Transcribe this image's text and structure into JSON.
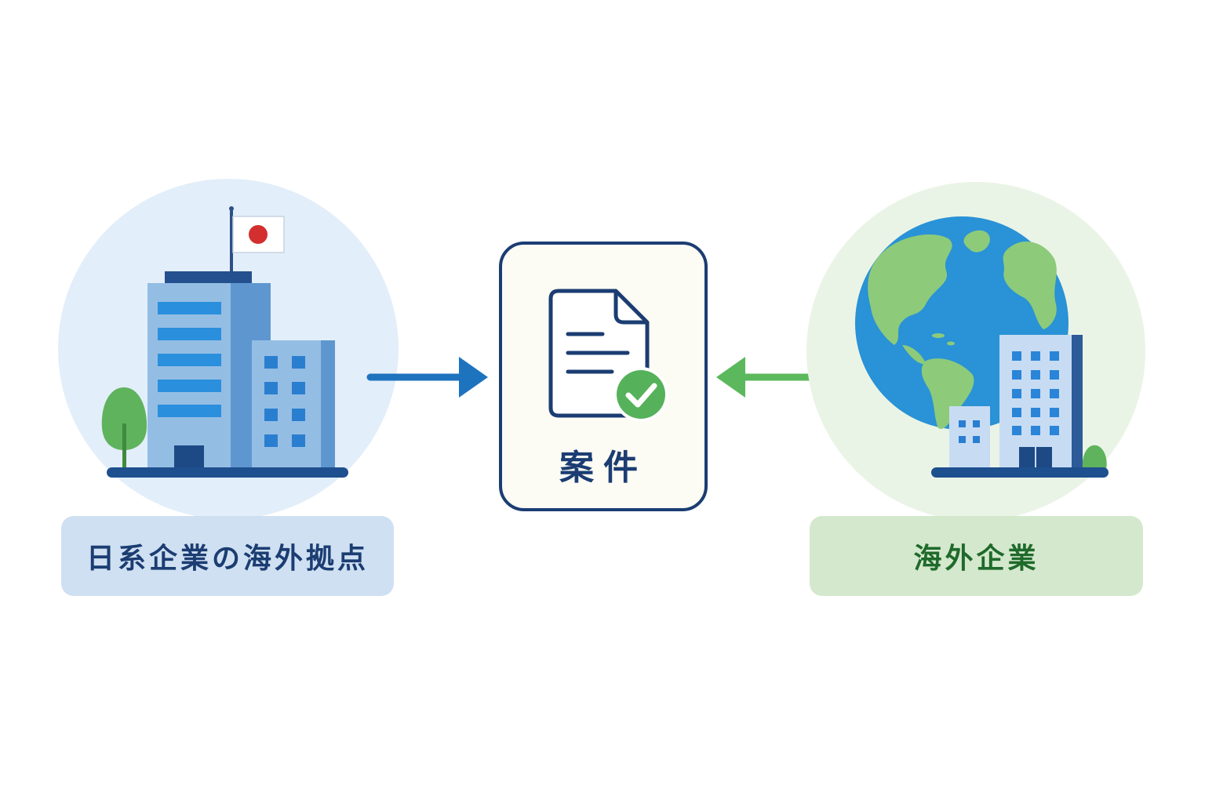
{
  "nodes": {
    "left": {
      "label": "日系企業の海外拠点"
    },
    "center": {
      "label": "案件"
    },
    "right": {
      "label": "海外企業"
    }
  },
  "colors": {
    "navy": "#1b3d72",
    "blue": "#1e73be",
    "green": "#5cb85c",
    "dark_green": "#1f6a2b",
    "light_blue": "#e2eef9",
    "light_green": "#eaf4e6",
    "flag_red": "#d32f2f"
  },
  "icons": {
    "left": "office-building-icon",
    "center": "document-check-icon",
    "right": "globe-building-icon"
  }
}
